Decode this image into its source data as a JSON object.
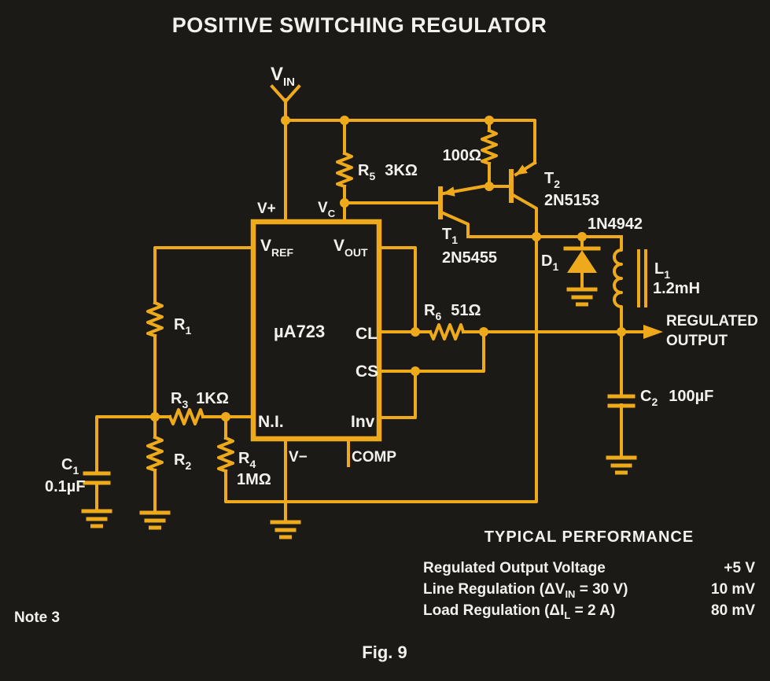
{
  "title": "POSITIVE SWITCHING REGULATOR",
  "colors": {
    "wire": "#eeaa1a",
    "text": "#f2f1ec",
    "background": "#1b1a17"
  },
  "ic": {
    "part": "µA723",
    "pins": {
      "vplus": "V+",
      "vc": {
        "main": "V",
        "sub": "C"
      },
      "vref": {
        "main": "V",
        "sub": "REF"
      },
      "vout": {
        "main": "V",
        "sub": "OUT"
      },
      "cl": "CL",
      "cs": "CS",
      "inv": "Inv",
      "ni": "N.I.",
      "vminus": "V−",
      "comp": "COMP"
    }
  },
  "labels": {
    "vin": {
      "main": "V",
      "sub": "IN"
    },
    "r1": {
      "main": "R",
      "sub": "1"
    },
    "r2": {
      "main": "R",
      "sub": "2"
    },
    "r3": {
      "main": "R",
      "sub": "3",
      "value": "1KΩ"
    },
    "r4": {
      "main": "R",
      "sub": "4",
      "value": "1MΩ"
    },
    "r5": {
      "main": "R",
      "sub": "5",
      "value": "3KΩ"
    },
    "r6": {
      "main": "R",
      "sub": "6",
      "value": "51Ω"
    },
    "r100": {
      "value": "100Ω"
    },
    "c1": {
      "main": "C",
      "sub": "1",
      "value": "0.1µF"
    },
    "c2": {
      "main": "C",
      "sub": "2",
      "value": "100µF"
    },
    "d1": {
      "main": "D",
      "sub": "1",
      "part": "1N4942"
    },
    "l1": {
      "main": "L",
      "sub": "1",
      "value": "1.2mH"
    },
    "t1": {
      "main": "T",
      "sub": "1",
      "part": "2N5455"
    },
    "t2": {
      "main": "T",
      "sub": "2",
      "part": "2N5153"
    },
    "output_line1": "REGULATED",
    "output_line2": "OUTPUT"
  },
  "performance": {
    "title": "TYPICAL PERFORMANCE",
    "rows": [
      {
        "pre": "Regulated Output Voltage",
        "sub": "",
        "post": "",
        "value": "+5 V"
      },
      {
        "pre": "Line Regulation (ΔV",
        "sub": "IN",
        "post": " = 30 V)",
        "value": "10 mV"
      },
      {
        "pre": "Load Regulation (ΔI",
        "sub": "L",
        "post": " = 2 A)",
        "value": "80 mV"
      }
    ]
  },
  "note": "Note 3",
  "figure": "Fig. 9"
}
